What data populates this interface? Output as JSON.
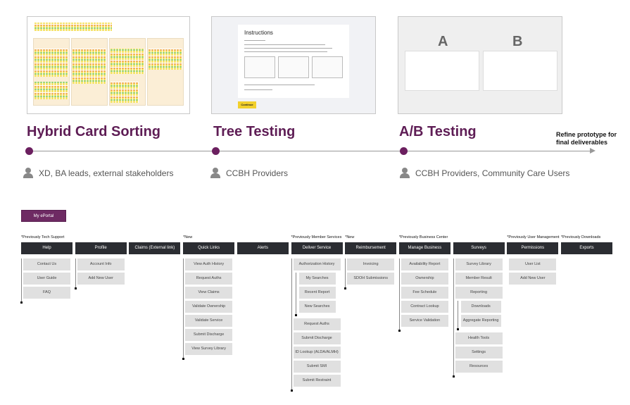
{
  "stages": [
    {
      "title": "Hybrid Card Sorting",
      "participants": "XD, BA leads, external stakeholders"
    },
    {
      "title": "Tree Testing",
      "participants": "CCBH Providers"
    },
    {
      "title": "A/B Testing",
      "participants": "CCBH Providers, Community Care Users"
    }
  ],
  "timeline_end": "Refine prototype for final deliverables",
  "tree_test_thumb": {
    "title": "Instructions",
    "continue": "Continue"
  },
  "ab_thumb": {
    "a": "A",
    "b": "B"
  },
  "colors": {
    "accent": "#6b1f5f",
    "header_bg": "#2b2d32",
    "item_bg": "#e0e0e0"
  },
  "root": "My ePortal",
  "columns": [
    {
      "note": "*Previously Tech Support",
      "label": "Help",
      "items": [
        {
          "label": "Contact Us",
          "level": 0
        },
        {
          "label": "User Guide",
          "level": 0
        },
        {
          "label": "FAQ",
          "level": 0
        }
      ]
    },
    {
      "note": "",
      "label": "Profile",
      "items": [
        {
          "label": "Account Info",
          "level": 0
        },
        {
          "label": "Add New User",
          "level": 0
        }
      ]
    },
    {
      "note": "",
      "label": "Claims (External link)",
      "items": []
    },
    {
      "note": "*New",
      "label": "Quick Links",
      "items": [
        {
          "label": "View Auth History",
          "level": 0
        },
        {
          "label": "Request Auths",
          "level": 0
        },
        {
          "label": "View Claims",
          "level": 0
        },
        {
          "label": "Validate Ownership",
          "level": 0
        },
        {
          "label": "Validate Service",
          "level": 0
        },
        {
          "label": "Submit Discharge",
          "level": 0
        },
        {
          "label": "View Survey Library",
          "level": 0
        }
      ]
    },
    {
      "note": "",
      "label": "Alerts",
      "items": []
    },
    {
      "note": "*Previously Member Services",
      "label": "Deliver Service",
      "items": [
        {
          "label": "Authorization History",
          "level": 0
        },
        {
          "label": "My Searches",
          "level": 1
        },
        {
          "label": "Recent Report",
          "level": 1
        },
        {
          "label": "New Searches",
          "level": 1
        },
        {
          "label": "Request Auths",
          "level": 0
        },
        {
          "label": "Submit Discharge",
          "level": 0
        },
        {
          "label": "ID Lookup (ALDA/ALMH)",
          "level": 0
        },
        {
          "label": "Submit SMI",
          "level": 0
        },
        {
          "label": "Submit Restraint",
          "level": 0
        }
      ]
    },
    {
      "note": "*New",
      "label": "Reimbursement",
      "items": [
        {
          "label": "Invoicing",
          "level": 0
        },
        {
          "label": "SDOH Submissions",
          "level": 0
        }
      ]
    },
    {
      "note": "*Previously Business Center",
      "label": "Manage Business",
      "items": [
        {
          "label": "Availability Report",
          "level": 0
        },
        {
          "label": "Ownership",
          "level": 0
        },
        {
          "label": "Fee Schedule",
          "level": 0
        },
        {
          "label": "Contract Lookup",
          "level": 0
        },
        {
          "label": "Service Validation",
          "level": 0
        }
      ]
    },
    {
      "note": "",
      "label": "Surveys",
      "items": [
        {
          "label": "Survey Library",
          "level": 0
        },
        {
          "label": "Member Result",
          "level": 0
        },
        {
          "label": "Reporting",
          "level": 0
        },
        {
          "label": "Downloads",
          "level": 1
        },
        {
          "label": "Aggregate Reporting",
          "level": 1
        },
        {
          "label": "Health Tools",
          "level": 0
        },
        {
          "label": "Settings",
          "level": 0
        },
        {
          "label": "Resources",
          "level": 0
        }
      ]
    },
    {
      "note": "*Previously User Management",
      "label": "Permissions",
      "items": [
        {
          "label": "User List",
          "level": 0
        },
        {
          "label": "Add New User",
          "level": 0
        }
      ]
    },
    {
      "note": "*Previously Downloads",
      "label": "Exports",
      "items": []
    }
  ]
}
